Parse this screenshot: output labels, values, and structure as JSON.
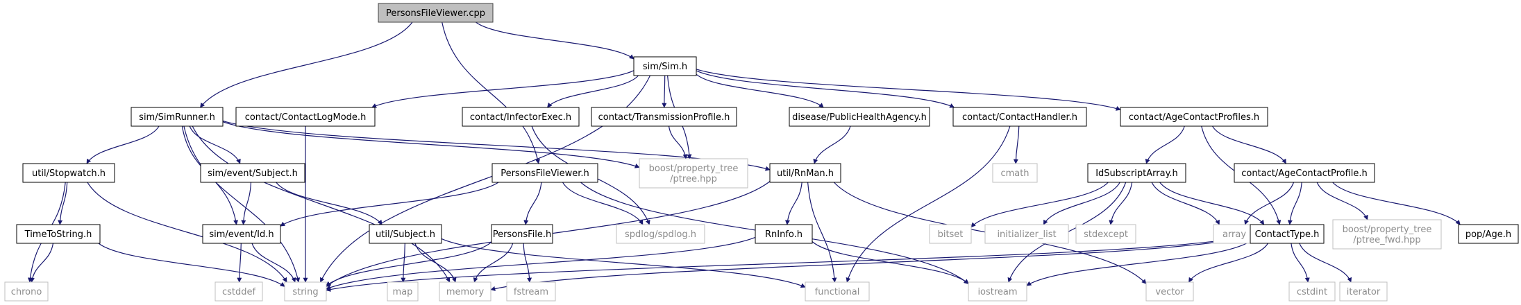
{
  "diagram": {
    "colors": {
      "edge": "#191970",
      "root_fill": "#bfbfbf",
      "root_stroke": "#404040",
      "node_fill": "#ffffff",
      "node_stroke": "#000000",
      "ext_stroke": "#bfbfbf",
      "ext_text": "#8c8c8c"
    },
    "nodes": [
      {
        "id": "root",
        "label": "PersonsFileViewer.cpp",
        "kind": "root"
      },
      {
        "id": "sim",
        "label": "sim/Sim.h",
        "kind": "file"
      },
      {
        "id": "simrunner",
        "label": "sim/SimRunner.h",
        "kind": "file"
      },
      {
        "id": "logmode",
        "label": "contact/ContactLogMode.h",
        "kind": "file"
      },
      {
        "id": "infector",
        "label": "contact/InfectorExec.h",
        "kind": "file"
      },
      {
        "id": "transprof",
        "label": "contact/TransmissionProfile.h",
        "kind": "file"
      },
      {
        "id": "pha",
        "label": "disease/PublicHealthAgency.h",
        "kind": "file"
      },
      {
        "id": "handler",
        "label": "contact/ContactHandler.h",
        "kind": "file"
      },
      {
        "id": "agecps",
        "label": "contact/AgeContactProfiles.h",
        "kind": "file"
      },
      {
        "id": "stopwatch",
        "label": "util/Stopwatch.h",
        "kind": "file"
      },
      {
        "id": "evsubject",
        "label": "sim/event/Subject.h",
        "kind": "file"
      },
      {
        "id": "pfviewer",
        "label": "PersonsFileViewer.h",
        "kind": "file"
      },
      {
        "id": "ptree",
        "label": [
          "boost/property_tree",
          "/ptree.hpp"
        ],
        "kind": "ext"
      },
      {
        "id": "rnman",
        "label": "util/RnMan.h",
        "kind": "file"
      },
      {
        "id": "cmath",
        "label": "cmath",
        "kind": "ext"
      },
      {
        "id": "idsub",
        "label": "IdSubscriptArray.h",
        "kind": "file"
      },
      {
        "id": "agecp",
        "label": "contact/AgeContactProfile.h",
        "kind": "file"
      },
      {
        "id": "tts",
        "label": "TimeToString.h",
        "kind": "file"
      },
      {
        "id": "evid",
        "label": "sim/event/Id.h",
        "kind": "file"
      },
      {
        "id": "usubject",
        "label": "util/Subject.h",
        "kind": "file"
      },
      {
        "id": "pfile",
        "label": "PersonsFile.h",
        "kind": "file"
      },
      {
        "id": "spdlog",
        "label": "spdlog/spdlog.h",
        "kind": "ext"
      },
      {
        "id": "rninfo",
        "label": "RnInfo.h",
        "kind": "file"
      },
      {
        "id": "bitset",
        "label": "bitset",
        "kind": "ext"
      },
      {
        "id": "initlist",
        "label": "initializer_list",
        "kind": "ext"
      },
      {
        "id": "stdexcept",
        "label": "stdexcept",
        "kind": "ext"
      },
      {
        "id": "array",
        "label": "array",
        "kind": "ext"
      },
      {
        "id": "ctype",
        "label": "ContactType.h",
        "kind": "file"
      },
      {
        "id": "ptreefwd",
        "label": [
          "boost/property_tree",
          "/ptree_fwd.hpp"
        ],
        "kind": "ext"
      },
      {
        "id": "popage",
        "label": "pop/Age.h",
        "kind": "file"
      },
      {
        "id": "chrono",
        "label": "chrono",
        "kind": "ext"
      },
      {
        "id": "string",
        "label": "string",
        "kind": "ext"
      },
      {
        "id": "cstddef",
        "label": "cstddef",
        "kind": "ext"
      },
      {
        "id": "map",
        "label": "map",
        "kind": "ext"
      },
      {
        "id": "memory",
        "label": "memory",
        "kind": "ext"
      },
      {
        "id": "fstream",
        "label": "fstream",
        "kind": "ext"
      },
      {
        "id": "functional",
        "label": "functional",
        "kind": "ext"
      },
      {
        "id": "iostream",
        "label": "iostream",
        "kind": "ext"
      },
      {
        "id": "vector",
        "label": "vector",
        "kind": "ext"
      },
      {
        "id": "cstdint",
        "label": "cstdint",
        "kind": "ext"
      },
      {
        "id": "iterator",
        "label": "iterator",
        "kind": "ext"
      }
    ],
    "edges": [
      [
        "root",
        "simrunner"
      ],
      [
        "root",
        "pfviewer"
      ],
      [
        "root",
        "sim"
      ],
      [
        "sim",
        "logmode"
      ],
      [
        "sim",
        "infector"
      ],
      [
        "sim",
        "transprof"
      ],
      [
        "sim",
        "pha"
      ],
      [
        "sim",
        "handler"
      ],
      [
        "sim",
        "agecps"
      ],
      [
        "sim",
        "ptree"
      ],
      [
        "sim",
        "string"
      ],
      [
        "simrunner",
        "stopwatch"
      ],
      [
        "simrunner",
        "evsubject"
      ],
      [
        "simrunner",
        "evid"
      ],
      [
        "simrunner",
        "string"
      ],
      [
        "simrunner",
        "memory"
      ],
      [
        "simrunner",
        "ptree"
      ],
      [
        "simrunner",
        "rnman"
      ],
      [
        "logmode",
        "string"
      ],
      [
        "infector",
        "spdlog"
      ],
      [
        "transprof",
        "ptree"
      ],
      [
        "pha",
        "rnman"
      ],
      [
        "handler",
        "functional"
      ],
      [
        "handler",
        "cmath"
      ],
      [
        "agecps",
        "idsub"
      ],
      [
        "agecps",
        "agecp"
      ],
      [
        "agecps",
        "ctype"
      ],
      [
        "stopwatch",
        "tts"
      ],
      [
        "stopwatch",
        "chrono"
      ],
      [
        "stopwatch",
        "string"
      ],
      [
        "tts",
        "chrono"
      ],
      [
        "tts",
        "string"
      ],
      [
        "evsubject",
        "evid"
      ],
      [
        "evsubject",
        "usubject"
      ],
      [
        "evid",
        "cstddef"
      ],
      [
        "evid",
        "string"
      ],
      [
        "usubject",
        "map"
      ],
      [
        "usubject",
        "memory"
      ],
      [
        "usubject",
        "functional"
      ],
      [
        "pfviewer",
        "evid"
      ],
      [
        "pfviewer",
        "pfile"
      ],
      [
        "pfviewer",
        "spdlog"
      ],
      [
        "pfviewer",
        "iostream"
      ],
      [
        "pfile",
        "string"
      ],
      [
        "pfile",
        "memory"
      ],
      [
        "pfile",
        "fstream"
      ],
      [
        "rnman",
        "rninfo"
      ],
      [
        "rnman",
        "functional"
      ],
      [
        "rnman",
        "string"
      ],
      [
        "rnman",
        "vector"
      ],
      [
        "rninfo",
        "string"
      ],
      [
        "rninfo",
        "iostream"
      ],
      [
        "idsub",
        "bitset"
      ],
      [
        "idsub",
        "initlist"
      ],
      [
        "idsub",
        "stdexcept"
      ],
      [
        "idsub",
        "array"
      ],
      [
        "idsub",
        "ctype"
      ],
      [
        "idsub",
        "iostream"
      ],
      [
        "agecp",
        "ctype"
      ],
      [
        "agecp",
        "array"
      ],
      [
        "agecp",
        "ptreefwd"
      ],
      [
        "agecp",
        "popage"
      ],
      [
        "ctype",
        "iostream"
      ],
      [
        "ctype",
        "vector"
      ],
      [
        "ctype",
        "cstdint"
      ],
      [
        "ctype",
        "iterator"
      ],
      [
        "ctype",
        "string"
      ],
      [
        "ctype",
        "memory"
      ]
    ]
  }
}
